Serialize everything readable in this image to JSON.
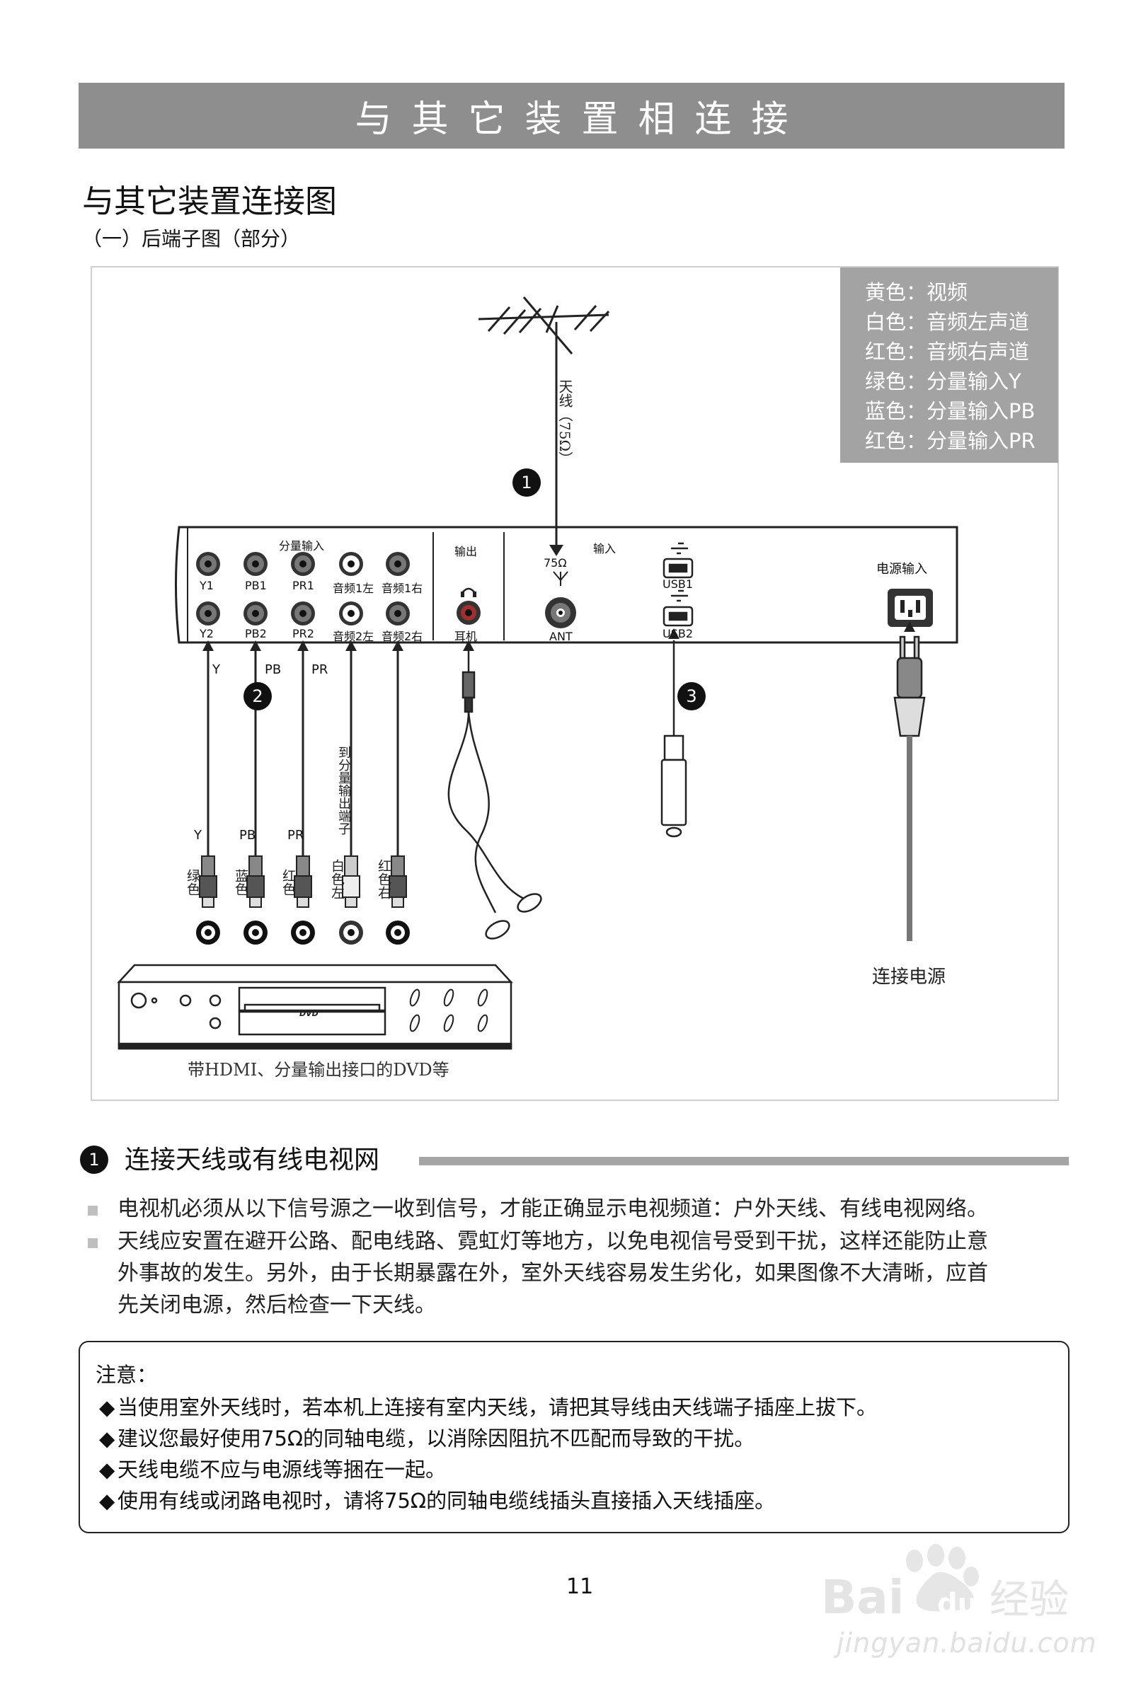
{
  "header": {
    "title": "与其它装置相连接"
  },
  "section": {
    "title": "与其它装置连接图",
    "subtitle": "（一）后端子图（部分）"
  },
  "legend": {
    "items": [
      "黄色：视频",
      "白色：音频左声道",
      "红色：音频右声道",
      "绿色：分量输入Y",
      "蓝色：分量输入PB",
      "红色：分量输入PR"
    ]
  },
  "diagram": {
    "antenna_label": "天线（75Ω）",
    "badges": [
      "1",
      "2",
      "3"
    ],
    "component_group": "分量输入",
    "row1": [
      "Y1",
      "PB1",
      "PR1",
      "音频1左",
      "音频1右"
    ],
    "row2": [
      "Y2",
      "PB2",
      "PR2",
      "音频2左",
      "音频2右"
    ],
    "output_label": "输出",
    "earphone_label": "耳机",
    "input_label": "输入",
    "ant_ohm": "75Ω",
    "ant_label": "ANT",
    "usb1": "USB1",
    "usb2": "USB2",
    "power_input": "电源输入",
    "cable_labels_top": [
      "Y",
      "PB",
      "PR"
    ],
    "to_component": "到分量输出端子",
    "cable_labels_mid": [
      "Y",
      "PB",
      "PR"
    ],
    "plug_colors": [
      "绿色",
      "蓝色",
      "红色",
      "白色左",
      "红色右"
    ],
    "dvd_logo": "DVD",
    "dvd_caption": "带HDMI、分量输出接口的DVD等",
    "power_caption": "连接电源"
  },
  "section1": {
    "number": "1",
    "title": "连接天线或有线电视网",
    "paragraphs": [
      [
        "电视机必须从以下信号源之一收到信号，才能正确显示电视频道：户外天线、有线电视网络。"
      ],
      [
        "天线应安置在避开公路、配电线路、霓虹灯等地方，以免电视信号受到干扰，这样还能防止意",
        "外事故的发生。另外，由于长期暴露在外，室外天线容易发生劣化，如果图像不大清晰，应首",
        "先关闭电源，然后检查一下天线。"
      ]
    ]
  },
  "note": {
    "title": "注意：",
    "items": [
      "当使用室外天线时，若本机上连接有室内天线，请把其导线由天线端子插座上拔下。",
      "建议您最好使用75Ω的同轴电缆，以消除因阻抗不匹配而导致的干扰。",
      "天线电缆不应与电源线等捆在一起。",
      "使用有线或闭路电视时，请将75Ω的同轴电缆线插头直接插入天线插座。"
    ]
  },
  "page_number": "11",
  "watermark": {
    "logo": "Baidu经验",
    "url": "jingyan.baidu.com"
  },
  "colors": {
    "header_band": "#8e8e8e",
    "legend_bg": "#a3a3a3",
    "rule": "#a5a5a5"
  }
}
